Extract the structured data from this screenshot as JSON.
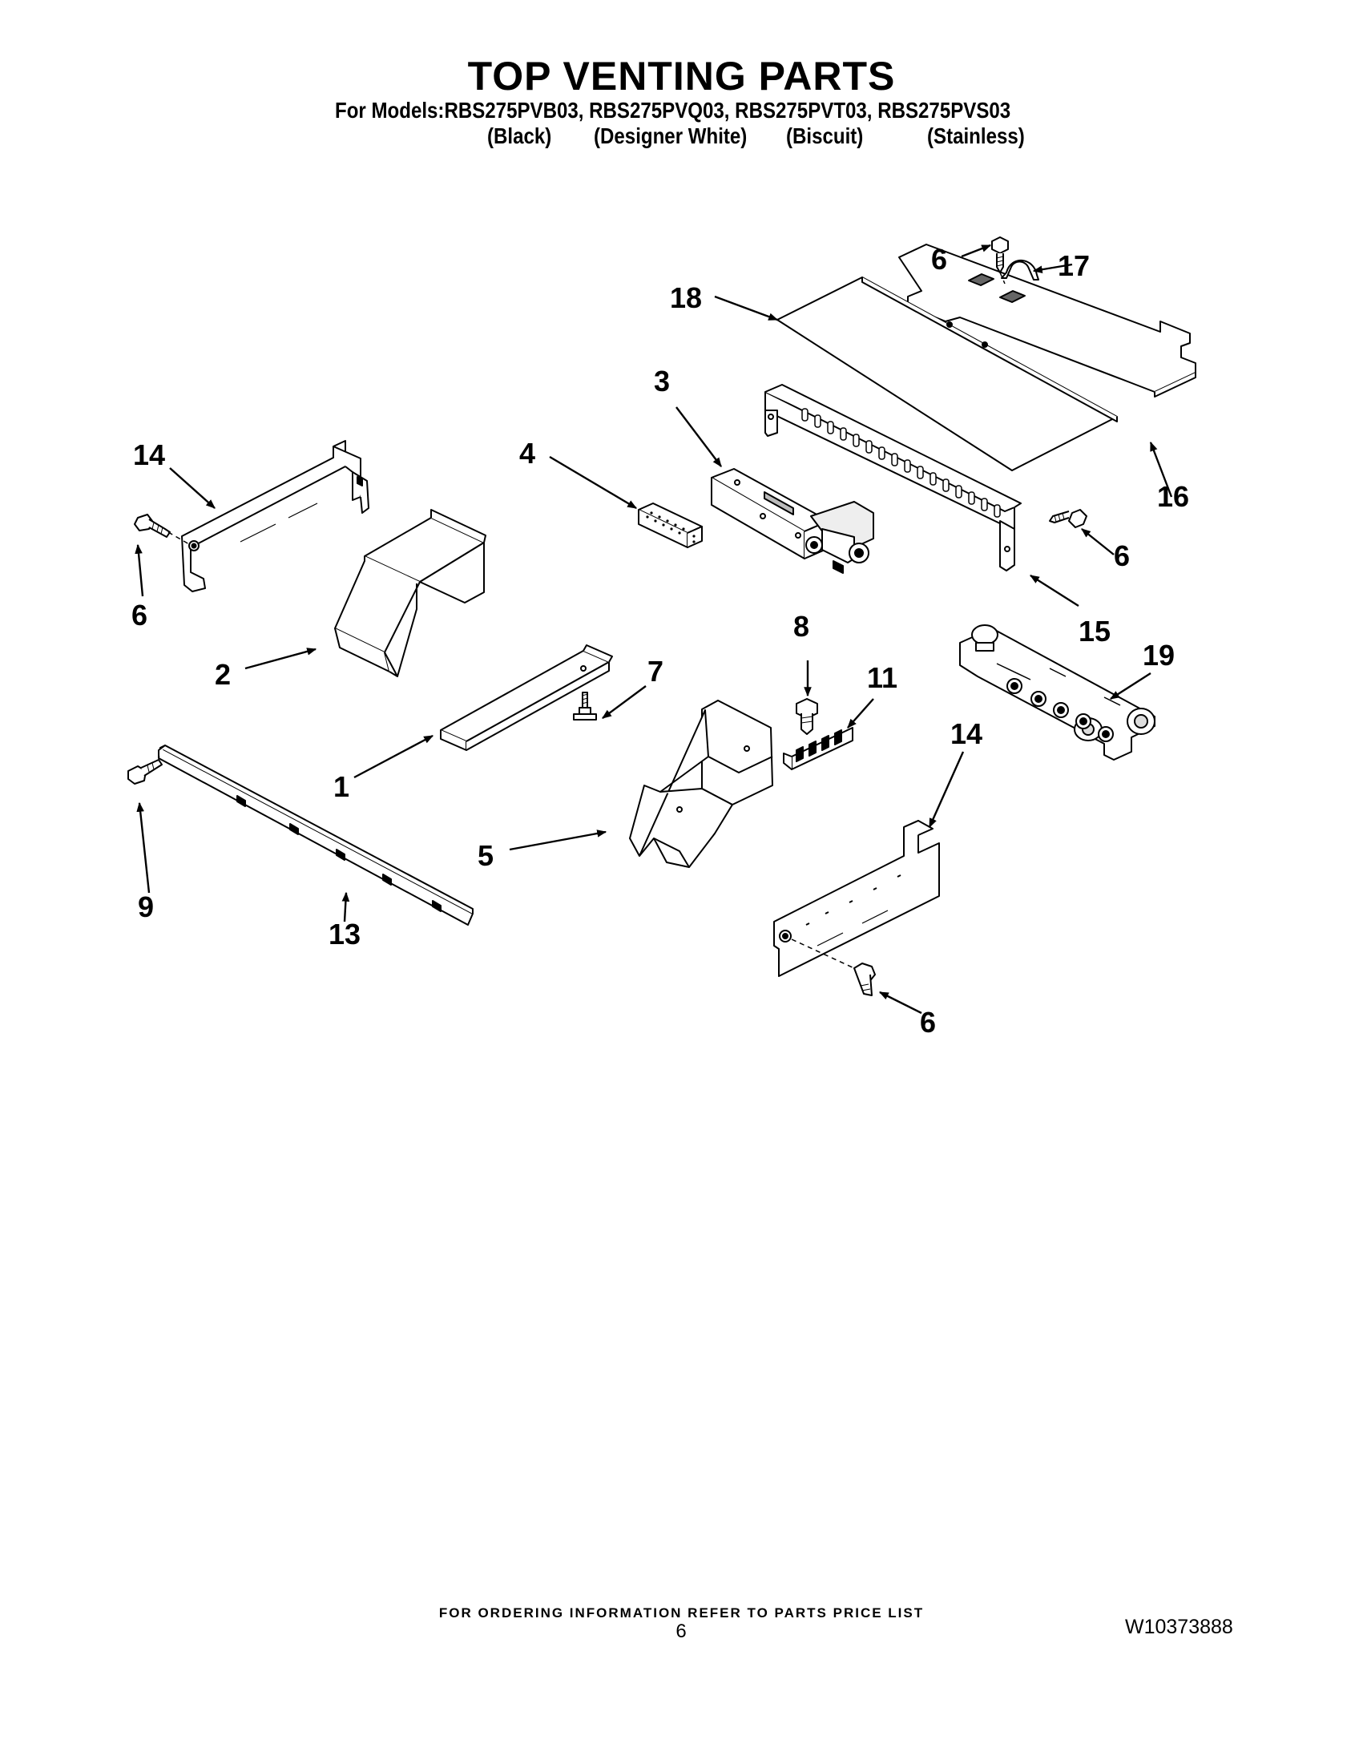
{
  "header": {
    "title": "TOP VENTING PARTS",
    "models_line": "For Models:RBS275PVB03, RBS275PVQ03, RBS275PVT03, RBS275PVS03",
    "finishes": [
      "(Black)",
      "(Designer White)",
      "(Biscuit)",
      "(Stainless)"
    ]
  },
  "callouts": [
    "18",
    "6",
    "17",
    "3",
    "4",
    "14",
    "16",
    "6",
    "6",
    "15",
    "2",
    "8",
    "19",
    "7",
    "11",
    "1",
    "14",
    "9",
    "5",
    "13",
    "6"
  ],
  "footer": {
    "ordering_note": "FOR ORDERING INFORMATION REFER TO PARTS PRICE LIST",
    "page_number": "6",
    "document_number": "W10373888"
  }
}
